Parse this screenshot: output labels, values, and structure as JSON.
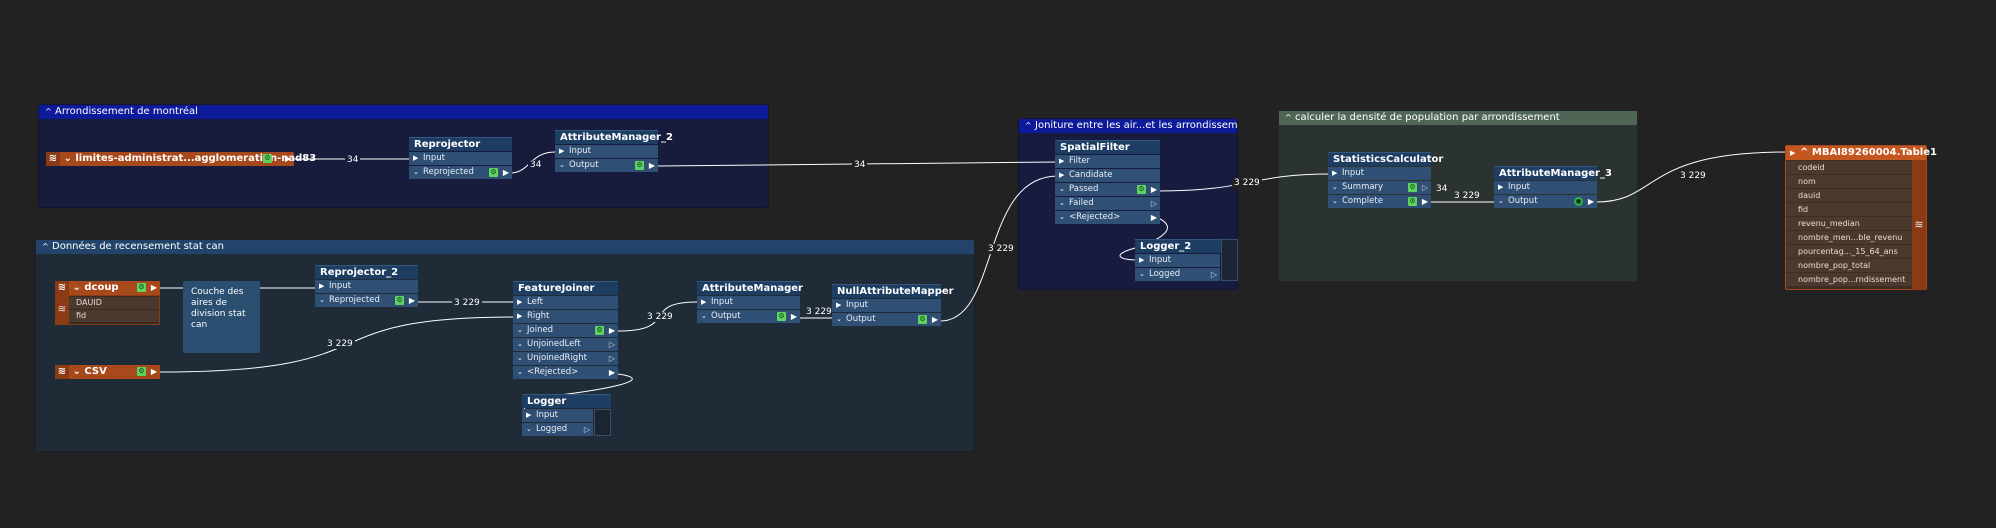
{
  "bookmarks": {
    "arrondissement": "Arrondissement de montréal",
    "recensement": "Données de recensement stat can",
    "jointure": "Joniture entre les air...et les arrondissement",
    "densite": "calculer la densité de population par arrondissement"
  },
  "readers": {
    "limites": "limites-administrat...agglomeration-nad83",
    "dcoup": "dcoup",
    "dcoup_attrs": [
      "DAUID",
      "fid"
    ],
    "csv": "CSV"
  },
  "annotation": "Couche des aires de division stat can",
  "transformers": {
    "reprojector": {
      "title": "Reprojector",
      "ports": [
        "Input",
        "Reprojected"
      ]
    },
    "attribute_manager_2": {
      "title": "AttributeManager_2",
      "ports": [
        "Input",
        "Output"
      ]
    },
    "reprojector_2": {
      "title": "Reprojector_2",
      "ports": [
        "Input",
        "Reprojected"
      ]
    },
    "feature_joiner": {
      "title": "FeatureJoiner",
      "ports": [
        "Left",
        "Right",
        "Joined",
        "UnjoinedLeft",
        "UnjoinedRight",
        "<Rejected>"
      ]
    },
    "attribute_manager": {
      "title": "AttributeManager",
      "ports": [
        "Input",
        "Output"
      ]
    },
    "null_attribute_mapper": {
      "title": "NullAttributeMapper",
      "ports": [
        "Input",
        "Output"
      ]
    },
    "logger": {
      "title": "Logger",
      "ports": [
        "Input",
        "Logged"
      ]
    },
    "spatial_filter": {
      "title": "SpatialFilter",
      "ports": [
        "Filter",
        "Candidate",
        "Passed",
        "Failed",
        "<Rejected>"
      ]
    },
    "logger_2": {
      "title": "Logger_2",
      "ports": [
        "Input",
        "Logged"
      ]
    },
    "statistics_calculator": {
      "title": "StatisticsCalculator",
      "ports": [
        "Input",
        "Summary",
        "Complete"
      ]
    },
    "attribute_manager_3": {
      "title": "AttributeManager_3",
      "ports": [
        "Input",
        "Output"
      ]
    }
  },
  "writer": {
    "title": "MBAI89260004.Table1",
    "attributes": [
      "codeid",
      "nom",
      "dauid",
      "fid",
      "revenu_median",
      "nombre_men...ble_revenu",
      "pourcentag..._15_64_ans",
      "nombre_pop_total",
      "nombre_pop...rndissement"
    ]
  },
  "counts": {
    "a": "34",
    "b": "34",
    "c": "34",
    "d": "3 229",
    "e": "3 229",
    "f": "3 229",
    "g": "3 229",
    "h": "3 229",
    "i": "3 229",
    "j": "34",
    "k": "3 229",
    "l": "3 229"
  },
  "colors": {
    "canvas": "#222222",
    "bookmark_blue": "#0f1a4a",
    "bookmark_teal": "#1d2e3d",
    "bookmark_green": "#2a3530",
    "node": "#2f4f74",
    "reader": "#a8491c",
    "port_green": "#5fd35f"
  }
}
